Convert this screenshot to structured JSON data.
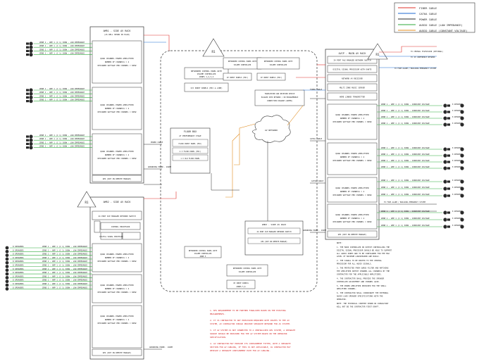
{
  "legend": [
    {
      "label": "FIBER CABLE",
      "color": "#e0302a"
    },
    {
      "label": "CAT6A CABLE",
      "color": "#1e6ad2"
    },
    {
      "label": "POWER CABLE",
      "color": "#2a2a2a"
    },
    {
      "label": "AUDIO CABLE (LOW IMPEDANCE)",
      "color": "#2eaa3a"
    },
    {
      "label": "AUDIO CABLE (CONSTANT VOLTAGE)",
      "color": "#e08b1e"
    }
  ],
  "rack_top_left": {
    "title": "AMR1 - SIDE AV RACK",
    "subtitle": "(AS WELL SHOWN IN PLAN)",
    "amps": [
      {
        "label": "QUAD CHANNEL POWER AMPLIFIER",
        "sub": "NUMBER OF CHANNELS = 4",
        "note": "DESIGNED WATTAGE PER CHANNEL = 600W"
      },
      {
        "label": "QUAD CHANNEL POWER AMPLIFIER",
        "sub": "NUMBER OF CHANNELS = 4",
        "note": "DESIGNED WATTAGE PER CHANNEL = 600W"
      },
      {
        "label": "QUAD CHANNEL POWER AMPLIFIER",
        "sub": "NUMBER OF CHANNELS = 4",
        "note": "DESIGNED WATTAGE PER CHANNEL = 600W"
      }
    ],
    "footer": "UPS (NOT ON REMOTE MANAGE)"
  },
  "rack_bottom_left": {
    "title": "AMR2 - SIDE AV RACK",
    "network": "24 PORT PoE MANAGED NETWORK SWITCH",
    "items": [
      "CONTROL PROCESSOR",
      "DIGITAL SIGNAL PROCESSOR"
    ],
    "amps": [
      {
        "label": "QUAD CHANNEL POWER AMPLIFIER",
        "sub": "NUMBER OF CHANNELS = 4",
        "note": "DESIGNED WATTAGE PER CHANNEL = 600W"
      },
      {
        "label": "QUAD CHANNEL POWER AMPLIFIER",
        "sub": "NUMBER OF CHANNELS = 4",
        "note": "DESIGNED WATTAGE PER CHANNEL = 600W"
      },
      {
        "label": "QUAD CHANNEL POWER AMPLIFIER",
        "sub": "NUMBER OF CHANNELS = 4",
        "note": "DESIGNED WATTAGE PER CHANNEL = 600W"
      }
    ],
    "footer": "UPS (NOT ON REMOTE MANAGE)"
  },
  "rack_right": {
    "title": "AVCP - MAIN AV RACK",
    "items": [
      "24 PORT PoE MANAGED NETWORK SWITCH",
      "DIGITAL SIGNAL PROCESSOR WITH DANTE",
      "NETWORK AV RECEIVER",
      "MULTI ZONE MUSIC SERVER",
      "HOME LINKED TRANSMITTER"
    ],
    "amps": [
      {
        "label": "QUAD CHANNEL POWER AMPLIFIER",
        "sub": "NUMBER OF CHANNELS = 4",
        "note": "DESIGNED WATTAGE PER CHANNEL = 600W"
      },
      {
        "label": "QUAD CHANNEL POWER AMPLIFIER",
        "sub": "NUMBER OF CHANNELS = 4",
        "note": "DESIGNED WATTAGE PER CHANNEL = 600W"
      },
      {
        "label": "QUAD CHANNEL POWER AMPLIFIER",
        "sub": "NUMBER OF CHANNELS = 4",
        "note": "DESIGNED WATTAGE PER CHANNEL = 600W"
      },
      {
        "label": "QUAD CHANNEL POWER AMPLIFIER",
        "sub": "NUMBER OF CHANNELS = 4",
        "note": "DESIGNED WATTAGE PER CHANNEL = 600W"
      }
    ],
    "footer": "UPS (NOT ON REMOTE MANAGE)"
  },
  "center": {
    "room_box": [
      "NETWORKED CONTROL PANEL WITH",
      "VOLUME CONTROLLER",
      "ZONES 1,2,3,4"
    ],
    "io_box": [
      "I/O INPUT PANELS (MIC & LINE)",
      "ZONES 1,2,3,4"
    ],
    "floor_box": "FLOOR BOX",
    "floor_sub": "AT PERFORMANCE STAGE",
    "floor_items": [
      "FLOOR INPUT PANEL (MIC)",
      "4 X FLOOR PANEL (MIC)",
      "1 X XLR FLOOR PANEL"
    ],
    "network_cloud": "AV NETWORK",
    "panel_top": [
      "NETWORKED CONTROL PANEL WITH",
      "VOLUME CONTROLLER"
    ],
    "ip_box": "IP INPUT PANELS (MIC)",
    "wireless_box": [
      "TRANSCEIVER AND RECEIVER DEVICE",
      "PLUGGED INTO NETWORK / ON PROGRAMMABLE",
      "CONNECTION DIAGRAM (GREEN)"
    ],
    "rack3_title": "AMR3 - SIDE AV RACK",
    "rack3_items": [
      "24 PORT PoE MANAGED NETWORK SWITCH",
      "UPS (NOT ON REMOTE MANAGE)"
    ],
    "panel_bottom": [
      "NETWORKED CONTROL PANEL WITH",
      "VOLUME CONTROLLER",
      "ZONE 5"
    ],
    "ip_bottom": [
      "IP INPUT PANELS",
      "ZONES 5,6"
    ]
  },
  "labels": {
    "r1": "R1",
    "fiber_cable": "FIBER CABLE",
    "cat6a_cable": "CAT6A CABLE",
    "power_cable": "POWER CABLE",
    "grounding": "GROUNDING POWER - 20AMP",
    "to_central": "TO CENTRAL TELEVISION (OPTIONAL)",
    "to_ip_network": "TO IP CONFERENCE NETWORK",
    "to_fire": "TO FIRE ALARM / BUILDING EMERGENCY SYSTEM",
    "zone_line": "ZONE 1 - AMP 1 (C 1) 300W - CONSTANT VOLTAGE",
    "zone_left": "ZONE 1 - AMP 1 (C 1) 300W - LOW IMPEDANCE",
    "n_speakers": "8 SPEAKERS"
  },
  "notes_red": [
    "NTS REQUIREMENT TO BE FURTHER FINALIZED BASED ON THE EXISTING MEASUREMENTS.",
    "IT IS CONTRACTOR TO ANY PROVISION REQUIRED WITH RIGHTS TO THE AV SYSTEM, AV CONTRACTOR SHOULD PROVIDE SEPARATE NETWORK FOR AV SYSTEM.",
    "IF AV SYSTEM IS NOT CONNECTED TO A CENTRALIZED UPS SYSTEM, A SEPARATE SOURCE SHOULD BE PROVIDED FOR THE AV SYSTEM BASED ON THE OPERATOR SPECIFICATION.",
    "AV CONTRACTOR MAY PROVIDE ITS CONTAINMENT FITTED, WITH A SEPARATE SECTION FOR AV CABLING, IF THIS IS NOT APPLICABLE, AV CONTRACTOR MAY DEVELOP A SEPARATE CONTAINMENT PATH FOR AV CABLING."
  ],
  "notes_black": [
    "NOTE:",
    "1. THE MAIN CONTROLLER OR OUTPUT CONTROLLING THE DIGITAL SIGNAL PROCESSOR SHOULD BE ABLE TO SUPPORT ALL AUDIO ZONES AND TO BE CONFIGURED FOR THE MAX LEVEL OF MAXIMUM LOUDSPEAKER ARE BUILD.",
    "2. THE SIGNAL TO BE ROUTED TO THE CENTRAL PROCESSOR FOR ALL AUDIO SIGNALS.",
    "3. THE PROTECTED FROM SURGE FILTER AND MATCHING THE AMPLIFIER OUTPUT CHANNEL ALL CHANNELS BY THE CONTRACTOR FOR THE APPLICABLE AMPLIFIERS.",
    "4. THE CONTRACTOR SHALL PROVIDE THE SPEAKER CONTROLLER ADJUSTMENT AND CHANNEL GAIN.",
    "5. THE POWER AMPLIFIER PROVIDED FOR THE SMALL AMPLIFIER CHANNEL.",
    "6. THE CONTRACTOR SHALL COORDINATE THE EXTERNAL AUDIO LOAD SPEAKER SPECIFICATIONS WITH THE OPERATOR.",
    "NOTE: THE TECHNICAL CONTENT SHOWN IN CONSULTANT WILL NOT BE THE CONTRACTOR FIRST DRAFT."
  ]
}
